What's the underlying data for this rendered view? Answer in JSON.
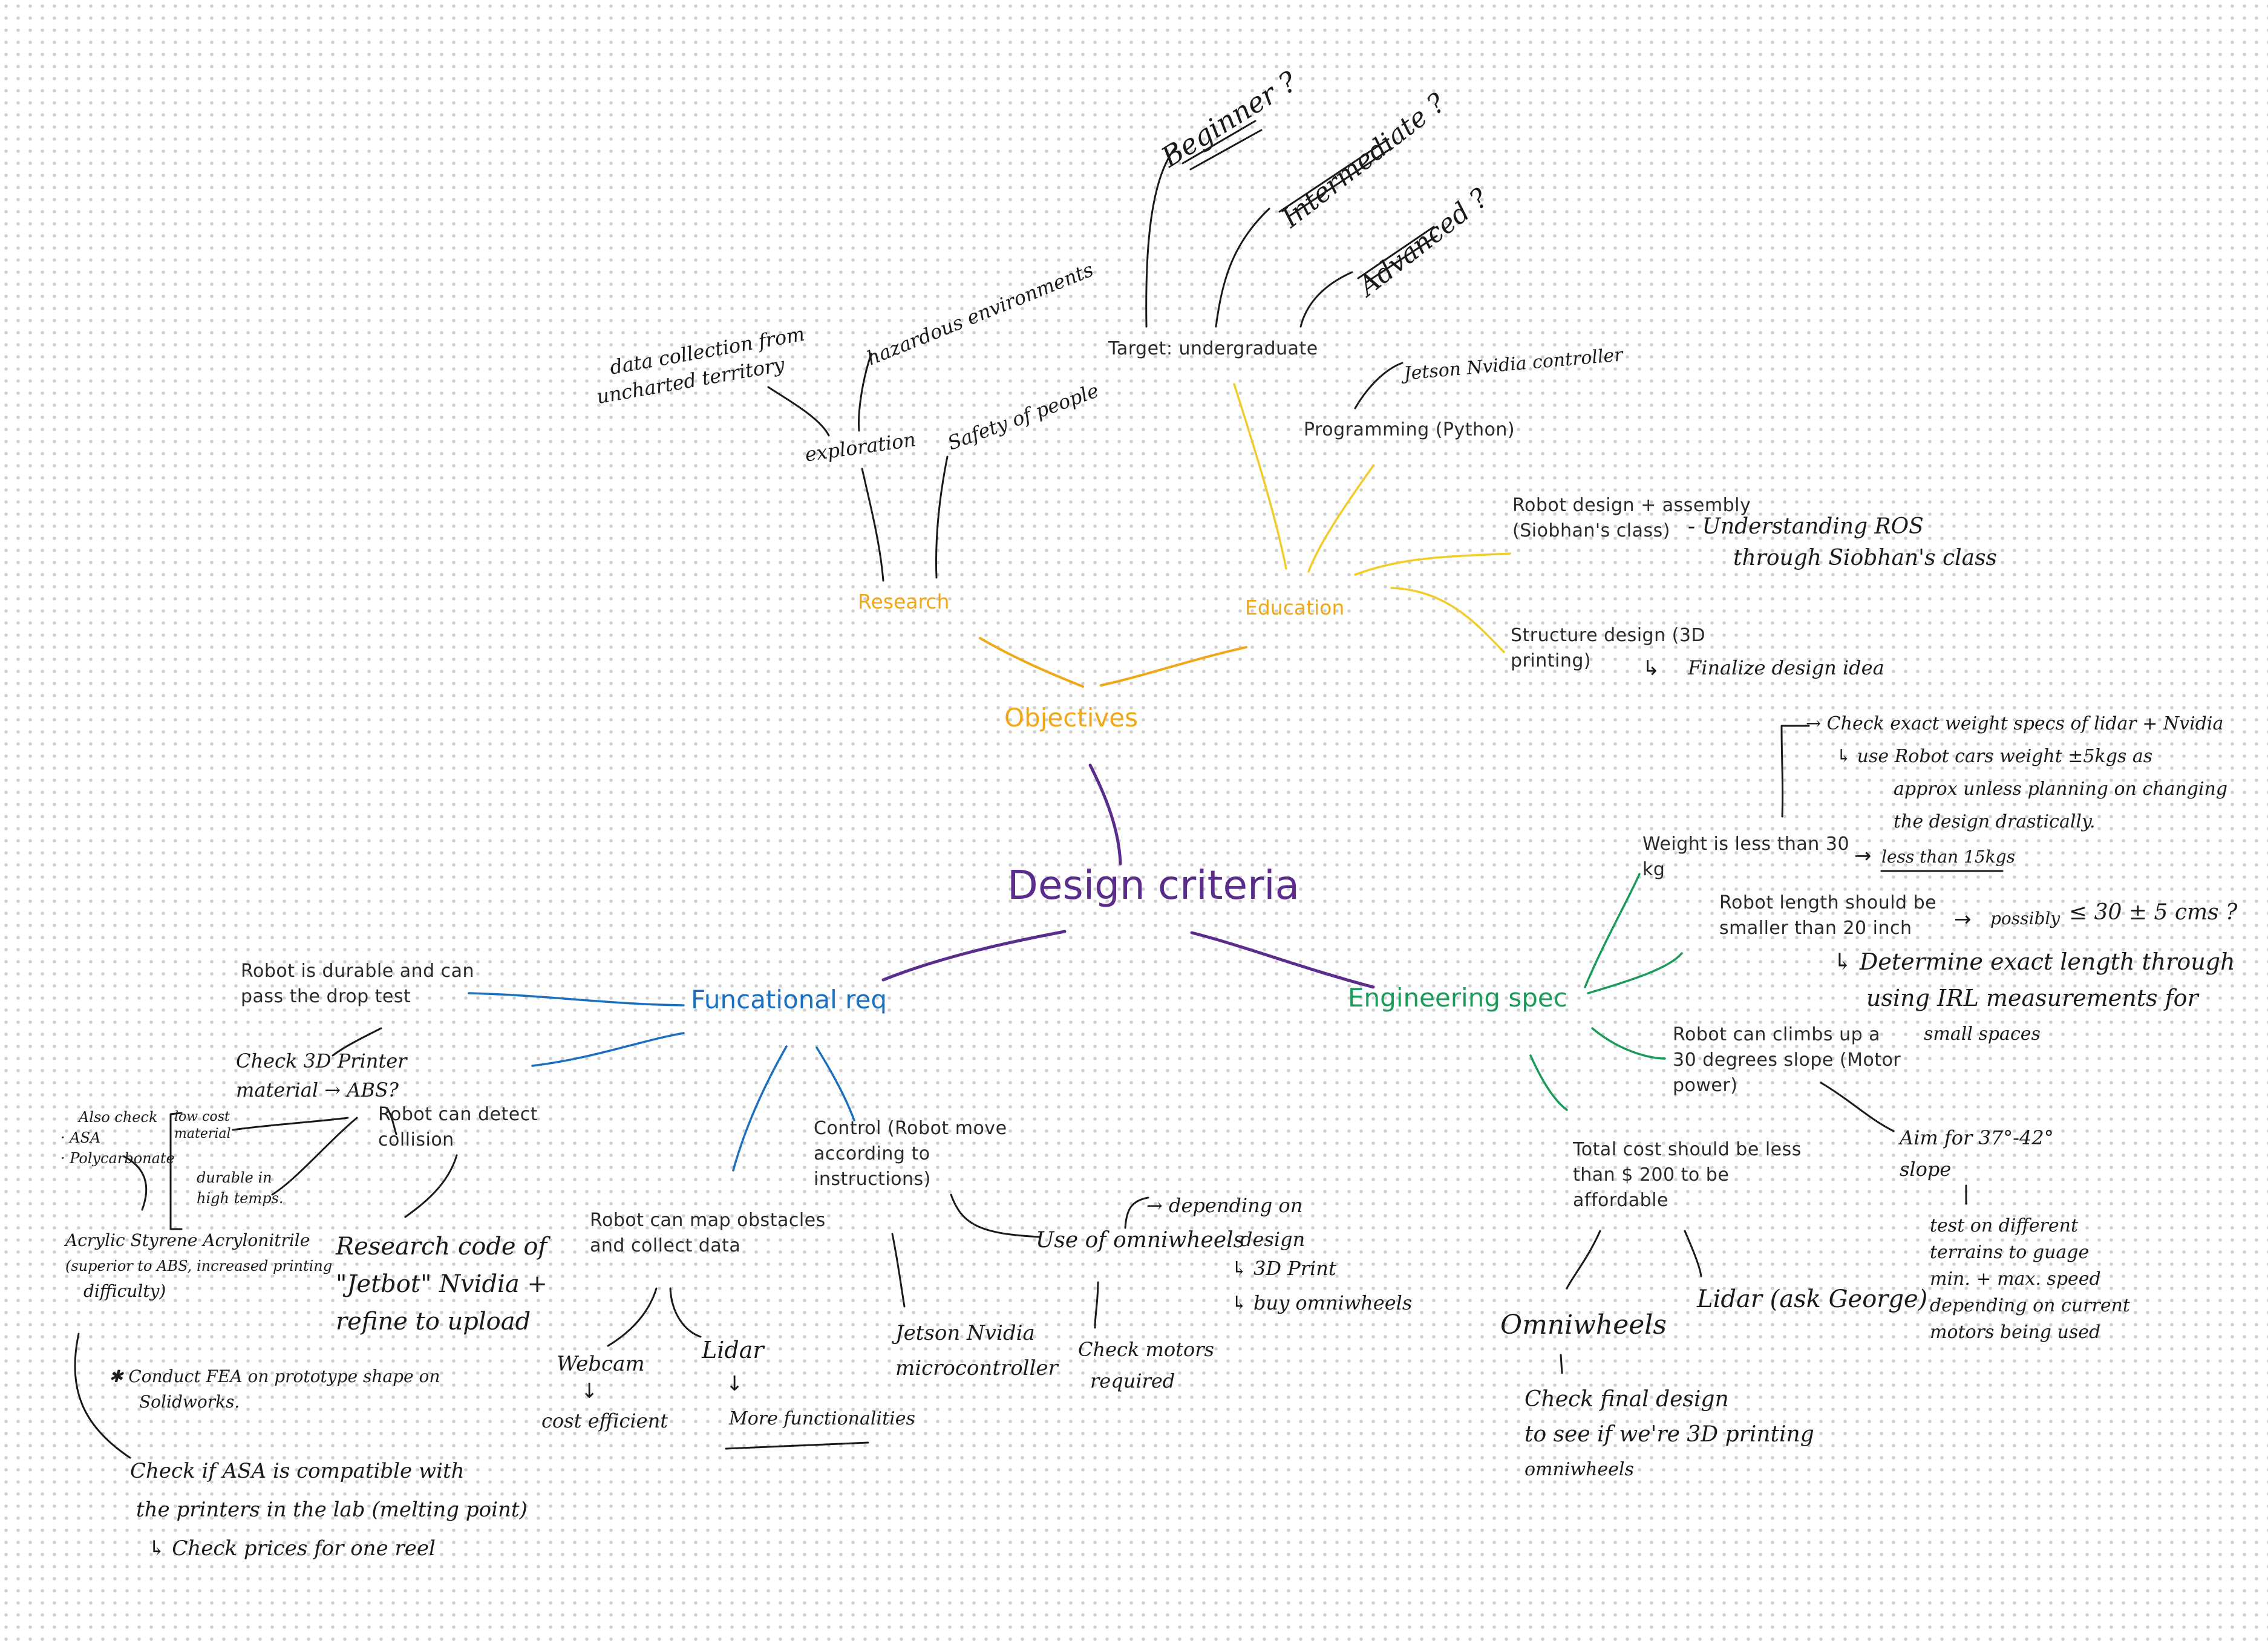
{
  "colors": {
    "root": "#5a2d8c",
    "objectives": "#f0a818",
    "education_branch": "#f2cc2a",
    "functional": "#1b6fbf",
    "engineering": "#1a9b5a",
    "ink": "#1a1a1a"
  },
  "root": {
    "label": "Design criteria"
  },
  "objectives": {
    "label": "Objectives",
    "research": {
      "label": "Research",
      "exploration": "exploration",
      "data_collection": [
        "data collection from",
        "uncharted territory"
      ],
      "hazardous": "hazardous environments",
      "safety": "Safety of people"
    },
    "education": {
      "label": "Education",
      "target": "Target: undergraduate",
      "beginner": "Beginner ?",
      "intermediate": "Intermediate ?",
      "advanced": "Advanced ?",
      "programming": "Programming (Python)",
      "jetson_controller": "Jetson Nvidia controller",
      "robot_design": [
        "Robot design + assembly",
        "(Siobhan's class)"
      ],
      "ros": [
        "- Understanding ROS",
        "through Siobhan's class"
      ],
      "structure_design": [
        "Structure design (3D",
        "printing)"
      ],
      "finalize": "Finalize design idea"
    }
  },
  "functional": {
    "label": "Funcational req",
    "durable": [
      "Robot is durable and can",
      "pass the drop test"
    ],
    "check_material": [
      "Check 3D Printer",
      "material → ABS?"
    ],
    "also_check": [
      "Also check",
      "· ASA",
      "· Polycarbonate"
    ],
    "low_cost": [
      "low cost",
      "material"
    ],
    "durable_high": [
      "durable in",
      "high temps."
    ],
    "acrylic": [
      "Acrylic Styrene Acrylonitrile",
      "(superior to ABS, increased printing",
      "difficulty)"
    ],
    "detect": [
      "Robot can detect",
      "collision"
    ],
    "research_code": [
      "Research code of",
      "\"Jetbot\" Nvidia +",
      "refine to upload"
    ],
    "fea": [
      "✱ Conduct FEA on prototype shape on",
      "Solidworks."
    ],
    "check_asa": [
      "Check if ASA is compatible with",
      "the printers in the lab (melting point)",
      "↳ Check prices for one reel"
    ],
    "map": [
      "Robot can map obstacles",
      "and collect data"
    ],
    "webcam": "Webcam",
    "cost_efficient": "cost efficient",
    "lidar": "Lidar",
    "more_func": "More functionalities",
    "control": [
      "Control (Robot move",
      "according to",
      "instructions)"
    ],
    "jetson_micro": [
      "Jetson Nvidia",
      "microcontroller"
    ],
    "omniwheels": "Use of omniwheels",
    "depending": [
      "→ depending on",
      "design"
    ],
    "print_3d": "↳ 3D Print",
    "buy": "↳ buy omniwheels",
    "check_motors": [
      "Check motors",
      "required"
    ]
  },
  "engineering": {
    "label": "Engineering spec",
    "weight": [
      "Weight is less than 30",
      "kg"
    ],
    "weight_to": "less than 15kgs",
    "check_weight": [
      "→ Check exact weight specs of lidar + Nvidia",
      "↳ use Robot cars weight ±5kgs as",
      "approx unless planning on changing",
      "the design drastically."
    ],
    "length": [
      "Robot length should be",
      "smaller than 20 inch"
    ],
    "possibly": "possibly",
    "length_value": "≤ 30 ± 5 cms ?",
    "determine": [
      "↳ Determine exact length through",
      "using IRL measurements for",
      "small spaces"
    ],
    "slope": [
      "Robot can climbs up a",
      "30 degrees slope (Motor",
      "power)"
    ],
    "aim": [
      "Aim for 37°-42°",
      "slope"
    ],
    "test": [
      "test on different",
      "terrains to guage",
      "min. + max. speed",
      "depending on current",
      "motors being used"
    ],
    "cost": [
      "Total cost should be less",
      "than $ 200 to be",
      "affordable"
    ],
    "omni": "Omniwheels",
    "lidar_george": "Lidar (ask George)",
    "check_final": [
      "Check final design",
      "to see if we're 3D printing",
      "omniwheels"
    ]
  }
}
